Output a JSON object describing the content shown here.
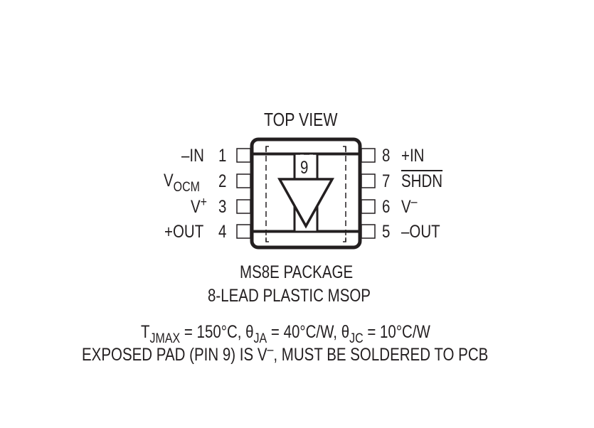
{
  "title": "TOP VIEW",
  "package": {
    "name": "MS8E PACKAGE",
    "description": "8-LEAD PLASTIC MSOP",
    "exposed_pad_number": "9"
  },
  "pins_left": [
    {
      "number": "1",
      "label": "–IN",
      "base": "–IN",
      "sub": "",
      "sup": ""
    },
    {
      "number": "2",
      "label": "VOCM",
      "base": "V",
      "sub": "OCM",
      "sup": ""
    },
    {
      "number": "3",
      "label": "V+",
      "base": "V",
      "sub": "",
      "sup": "+"
    },
    {
      "number": "4",
      "label": "+OUT",
      "base": "+OUT",
      "sub": "",
      "sup": ""
    }
  ],
  "pins_right": [
    {
      "number": "8",
      "label": "+IN",
      "base": "+IN",
      "sup": "",
      "overbar": false
    },
    {
      "number": "7",
      "label": "SHDN",
      "base": "SHDN",
      "sup": "",
      "overbar": true
    },
    {
      "number": "6",
      "label": "V–",
      "base": "V",
      "sup": "–",
      "overbar": false
    },
    {
      "number": "5",
      "label": "–OUT",
      "base": "–OUT",
      "sup": "",
      "overbar": false
    }
  ],
  "thermal": {
    "tjmax_sym": "T",
    "tjmax_sub": "JMAX",
    "tjmax_val": " = 150°C, ",
    "theta_ja_sym": "θ",
    "theta_ja_sub": "JA",
    "theta_ja_val": " = 40°C/W, ",
    "theta_jc_sym": "θ",
    "theta_jc_sub": "JC",
    "theta_jc_val": " = 10°C/W"
  },
  "note": {
    "prefix": "EXPOSED PAD (PIN 9) IS V",
    "sup": "–",
    "suffix": ", MUST BE SOLDERED TO PCB"
  },
  "colors": {
    "ink": "#231f20",
    "background": "#ffffff"
  }
}
